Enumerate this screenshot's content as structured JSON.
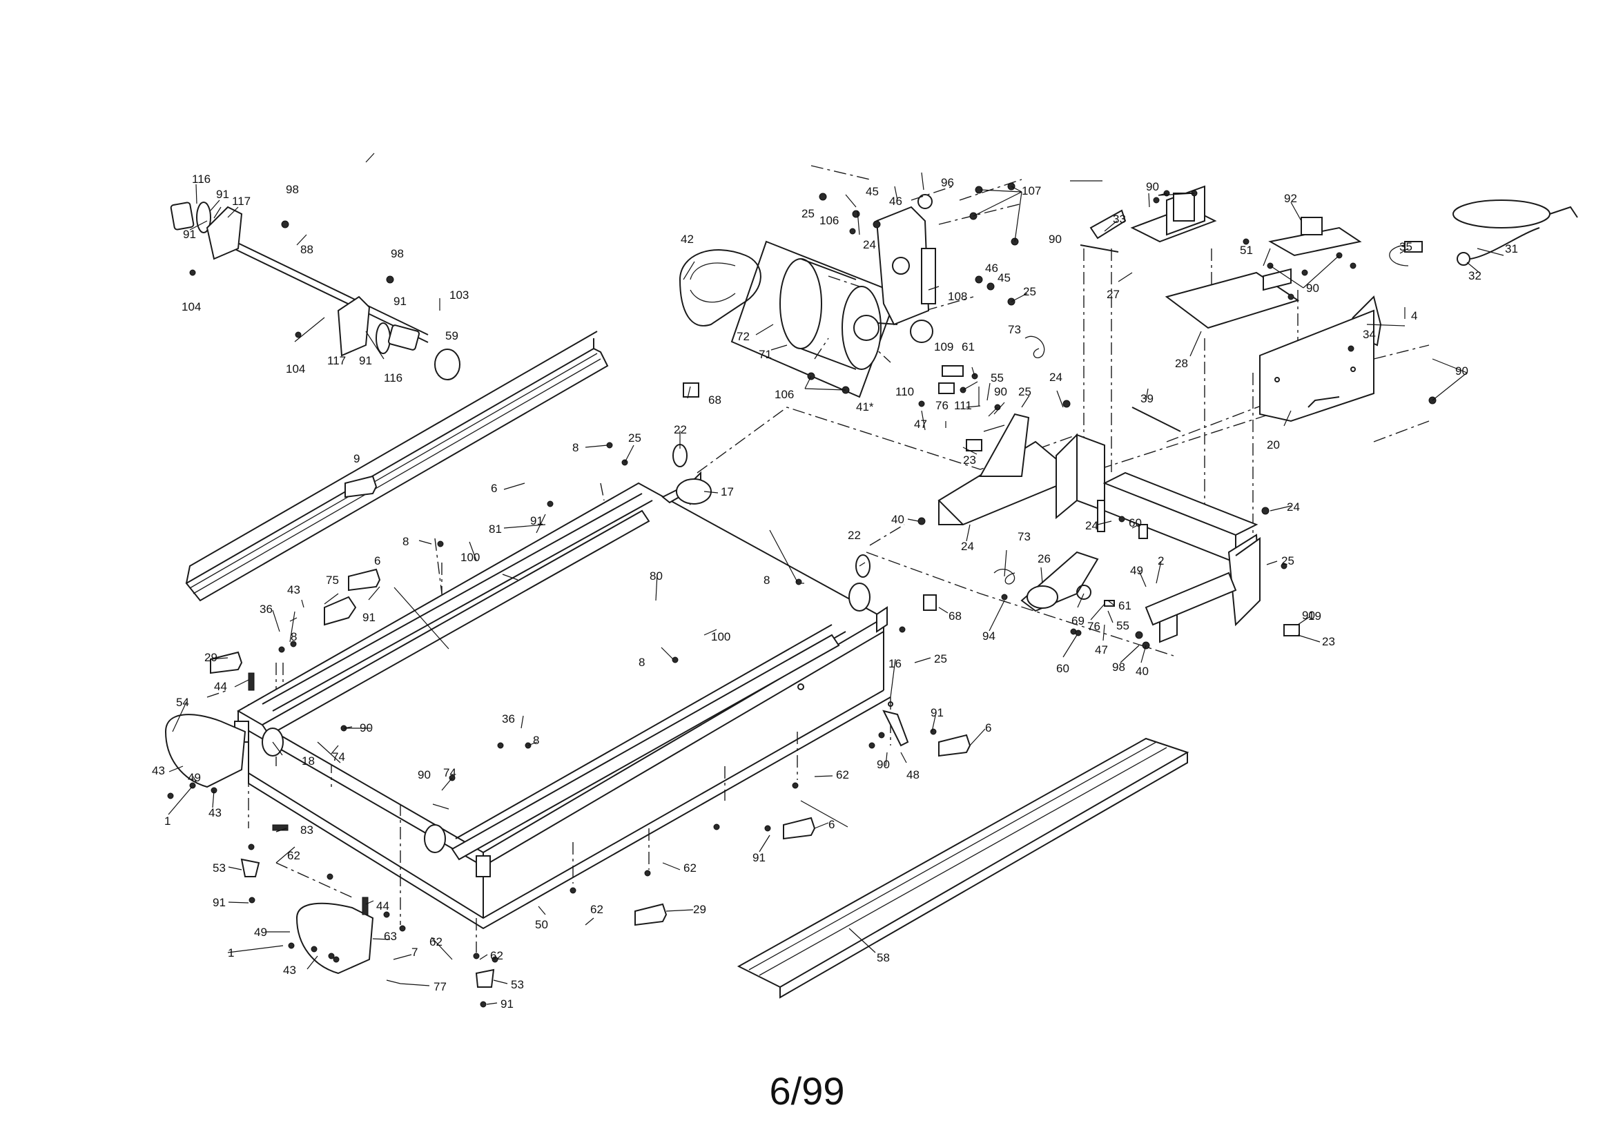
{
  "footer": {
    "date_code": "6/99"
  },
  "labels": [
    "116",
    "91",
    "117",
    "98",
    "91",
    "104",
    "88",
    "98",
    "91",
    "103",
    "104",
    "117",
    "91",
    "116",
    "59",
    "25",
    "45",
    "46",
    "96",
    "107",
    "106",
    "24",
    "42",
    "72",
    "71",
    "108",
    "46",
    "45",
    "25",
    "106",
    "41*",
    "109",
    "61",
    "110",
    "55",
    "73",
    "76",
    "90",
    "47",
    "111",
    "25",
    "24",
    "23",
    "39",
    "40",
    "90",
    "33",
    "90",
    "27",
    "92",
    "51",
    "90",
    "35",
    "31",
    "32",
    "4",
    "34",
    "28",
    "90",
    "20",
    "24",
    "9",
    "68",
    "8",
    "25",
    "22",
    "17",
    "6",
    "91",
    "8",
    "81",
    "100",
    "6",
    "43",
    "75",
    "91",
    "36",
    "8",
    "29",
    "44",
    "54",
    "18",
    "74",
    "90",
    "43",
    "49",
    "43",
    "1",
    "80",
    "8",
    "22",
    "68",
    "8",
    "25",
    "16",
    "100",
    "36",
    "8",
    "74",
    "90",
    "91",
    "6",
    "62",
    "90",
    "48",
    "62",
    "91",
    "6",
    "83",
    "62",
    "53",
    "91",
    "50",
    "62",
    "29",
    "44",
    "63",
    "49",
    "1",
    "43",
    "7",
    "62",
    "62",
    "77",
    "53",
    "91",
    "58",
    "24",
    "73",
    "26",
    "94",
    "60",
    "69",
    "76",
    "61",
    "55",
    "47",
    "98",
    "40",
    "49",
    "2",
    "60",
    "24",
    "25",
    "19",
    "90",
    "23"
  ]
}
